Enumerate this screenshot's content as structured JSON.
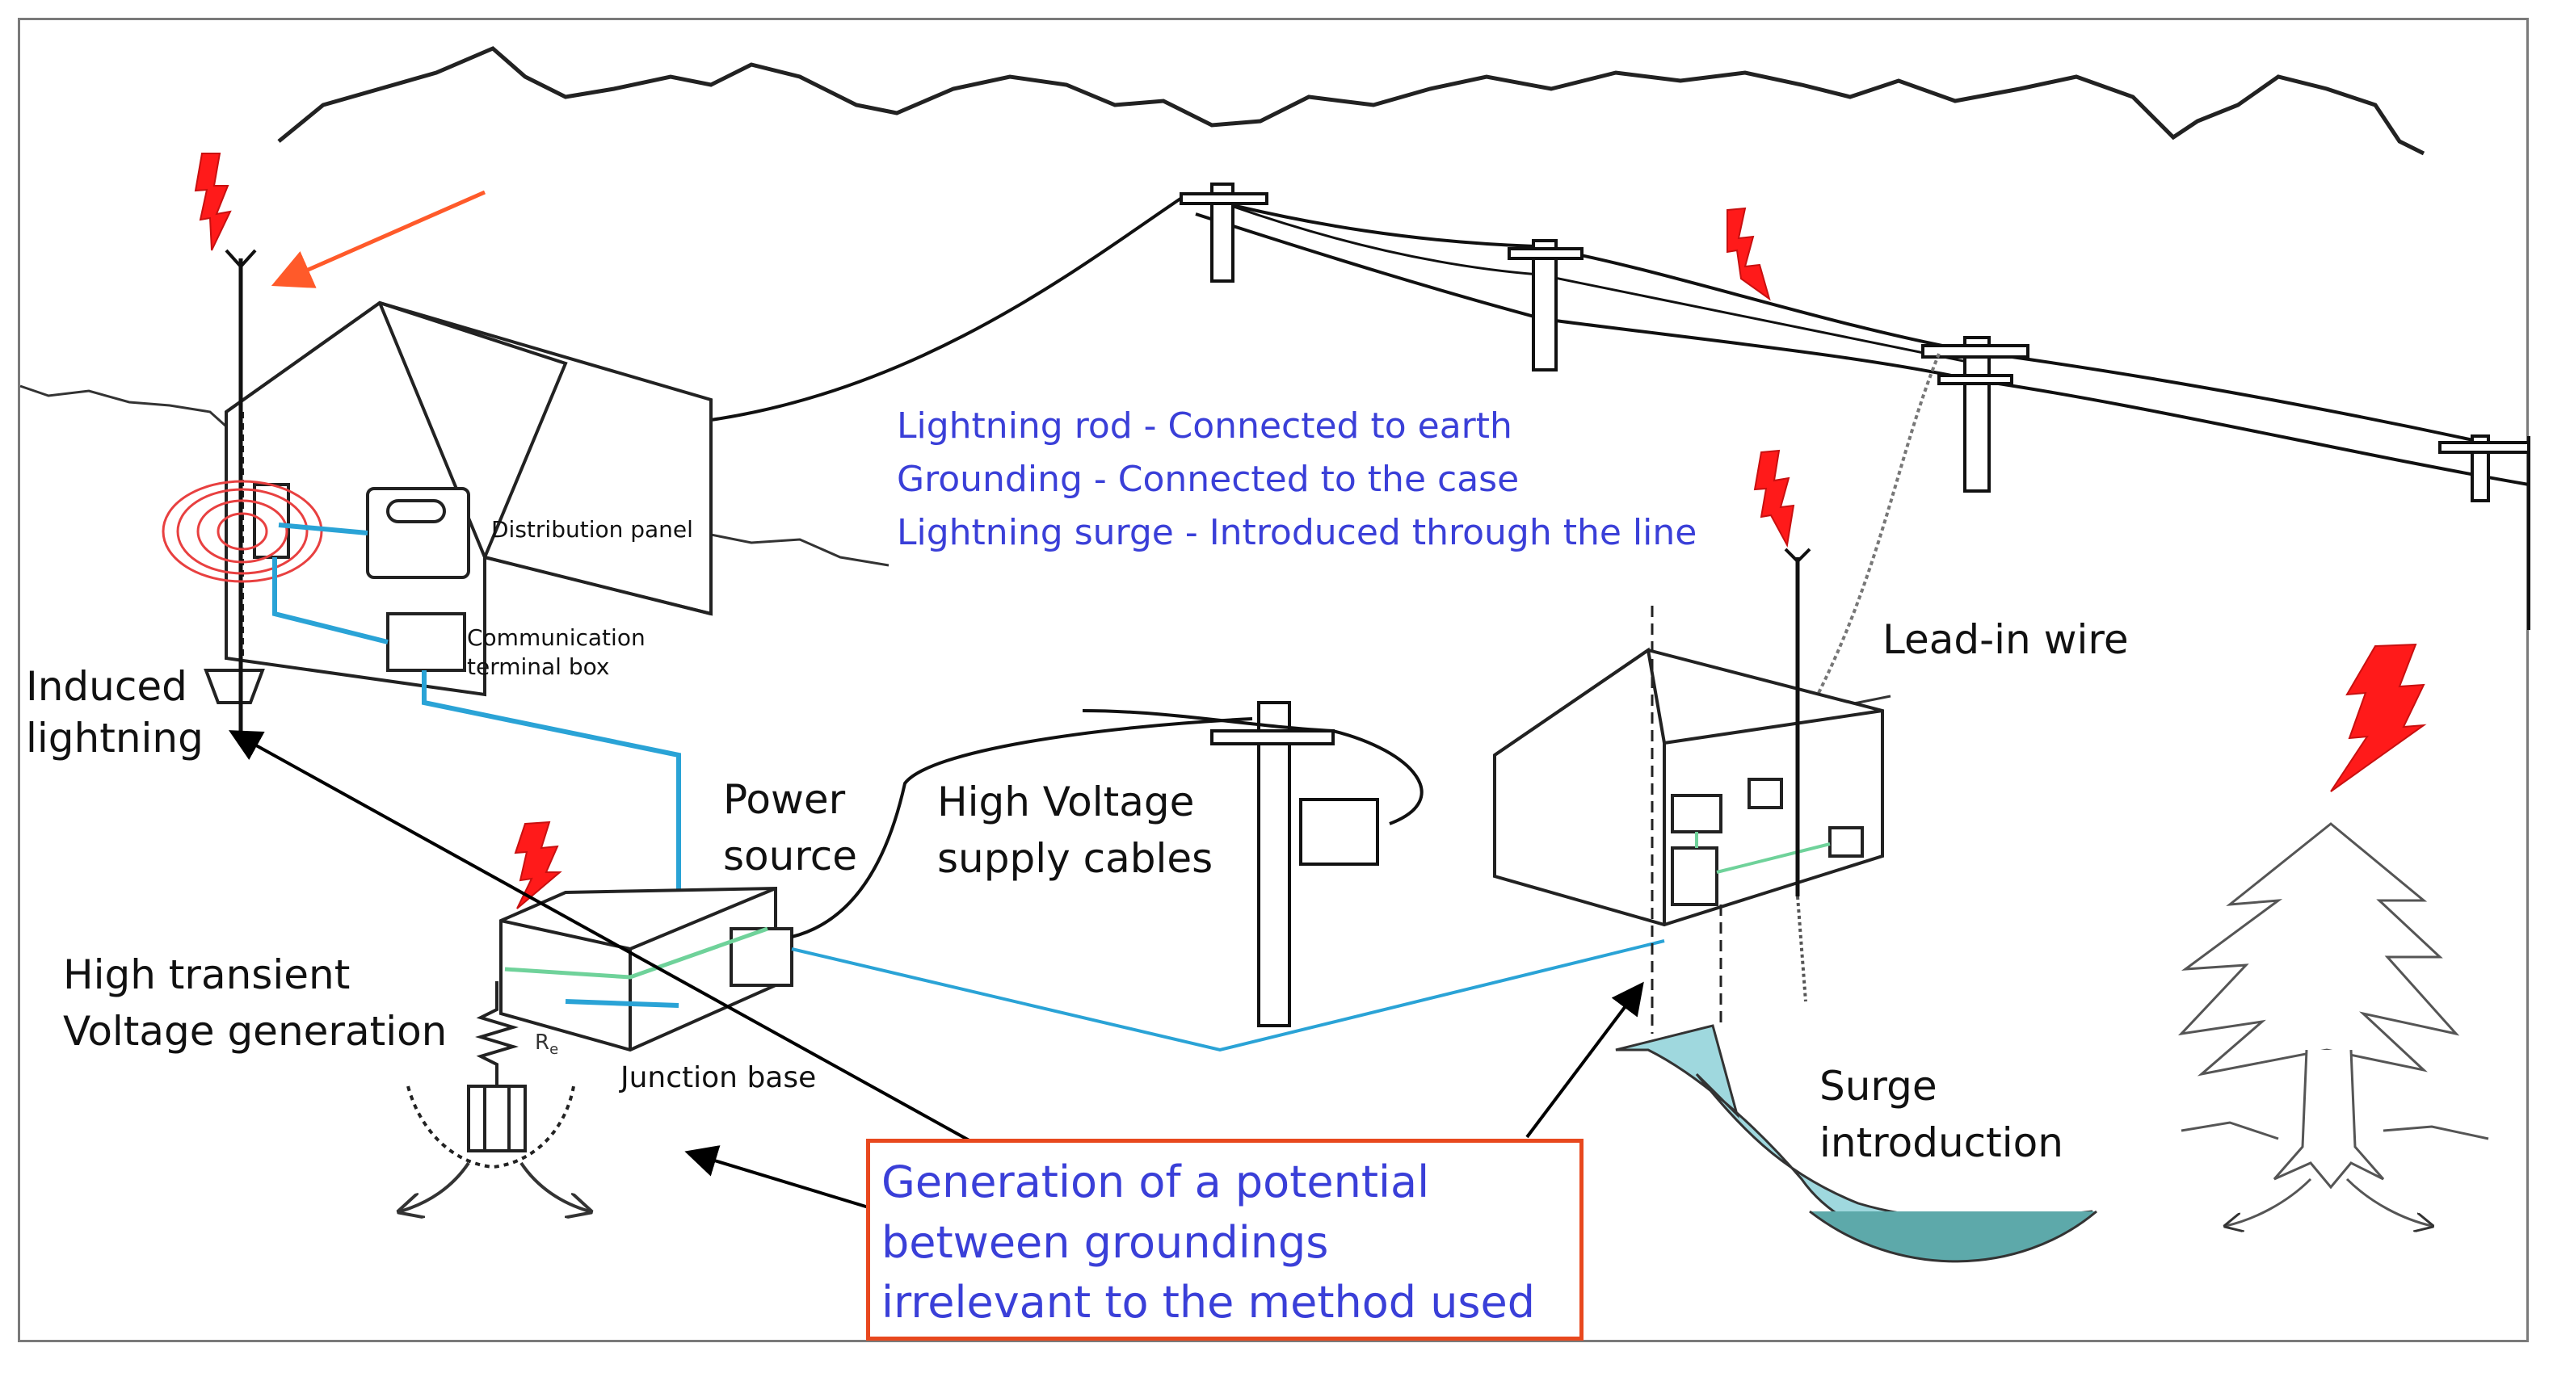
{
  "labels": {
    "blue_notes": [
      "Lightning rod - Connected to earth",
      "Grounding - Connected to the case",
      "Lightning surge - Introduced through the line"
    ],
    "distribution_panel": "Distribution panel",
    "communication_terminal_box": [
      "Communication",
      "terminal box"
    ],
    "induced_lightning": [
      "Induced",
      "lightning"
    ],
    "power_source": [
      "Power",
      "source"
    ],
    "high_voltage_supply_cables": [
      "High Voltage",
      "supply cables"
    ],
    "lead_in_wire": "Lead-in wire",
    "high_transient_voltage": [
      "High transient",
      "Voltage generation"
    ],
    "junction_base": "Junction base",
    "resistance_symbol": "R",
    "resistance_subscript": "e",
    "surge_introduction": [
      "Surge",
      "introduction"
    ],
    "callout": [
      "Generation of a potential",
      "between groundings",
      "irrelevant to the method used"
    ]
  },
  "colors": {
    "lightning": "#ff1a1a",
    "blue_text": "#3a3fd8",
    "signal_wire": "#2aa3d6",
    "ground_wire": "#6fd29a",
    "callout_border": "#e8481e",
    "surge_arrow_fill": "#9fd8de",
    "arrow_red": "#ff5a2a"
  }
}
